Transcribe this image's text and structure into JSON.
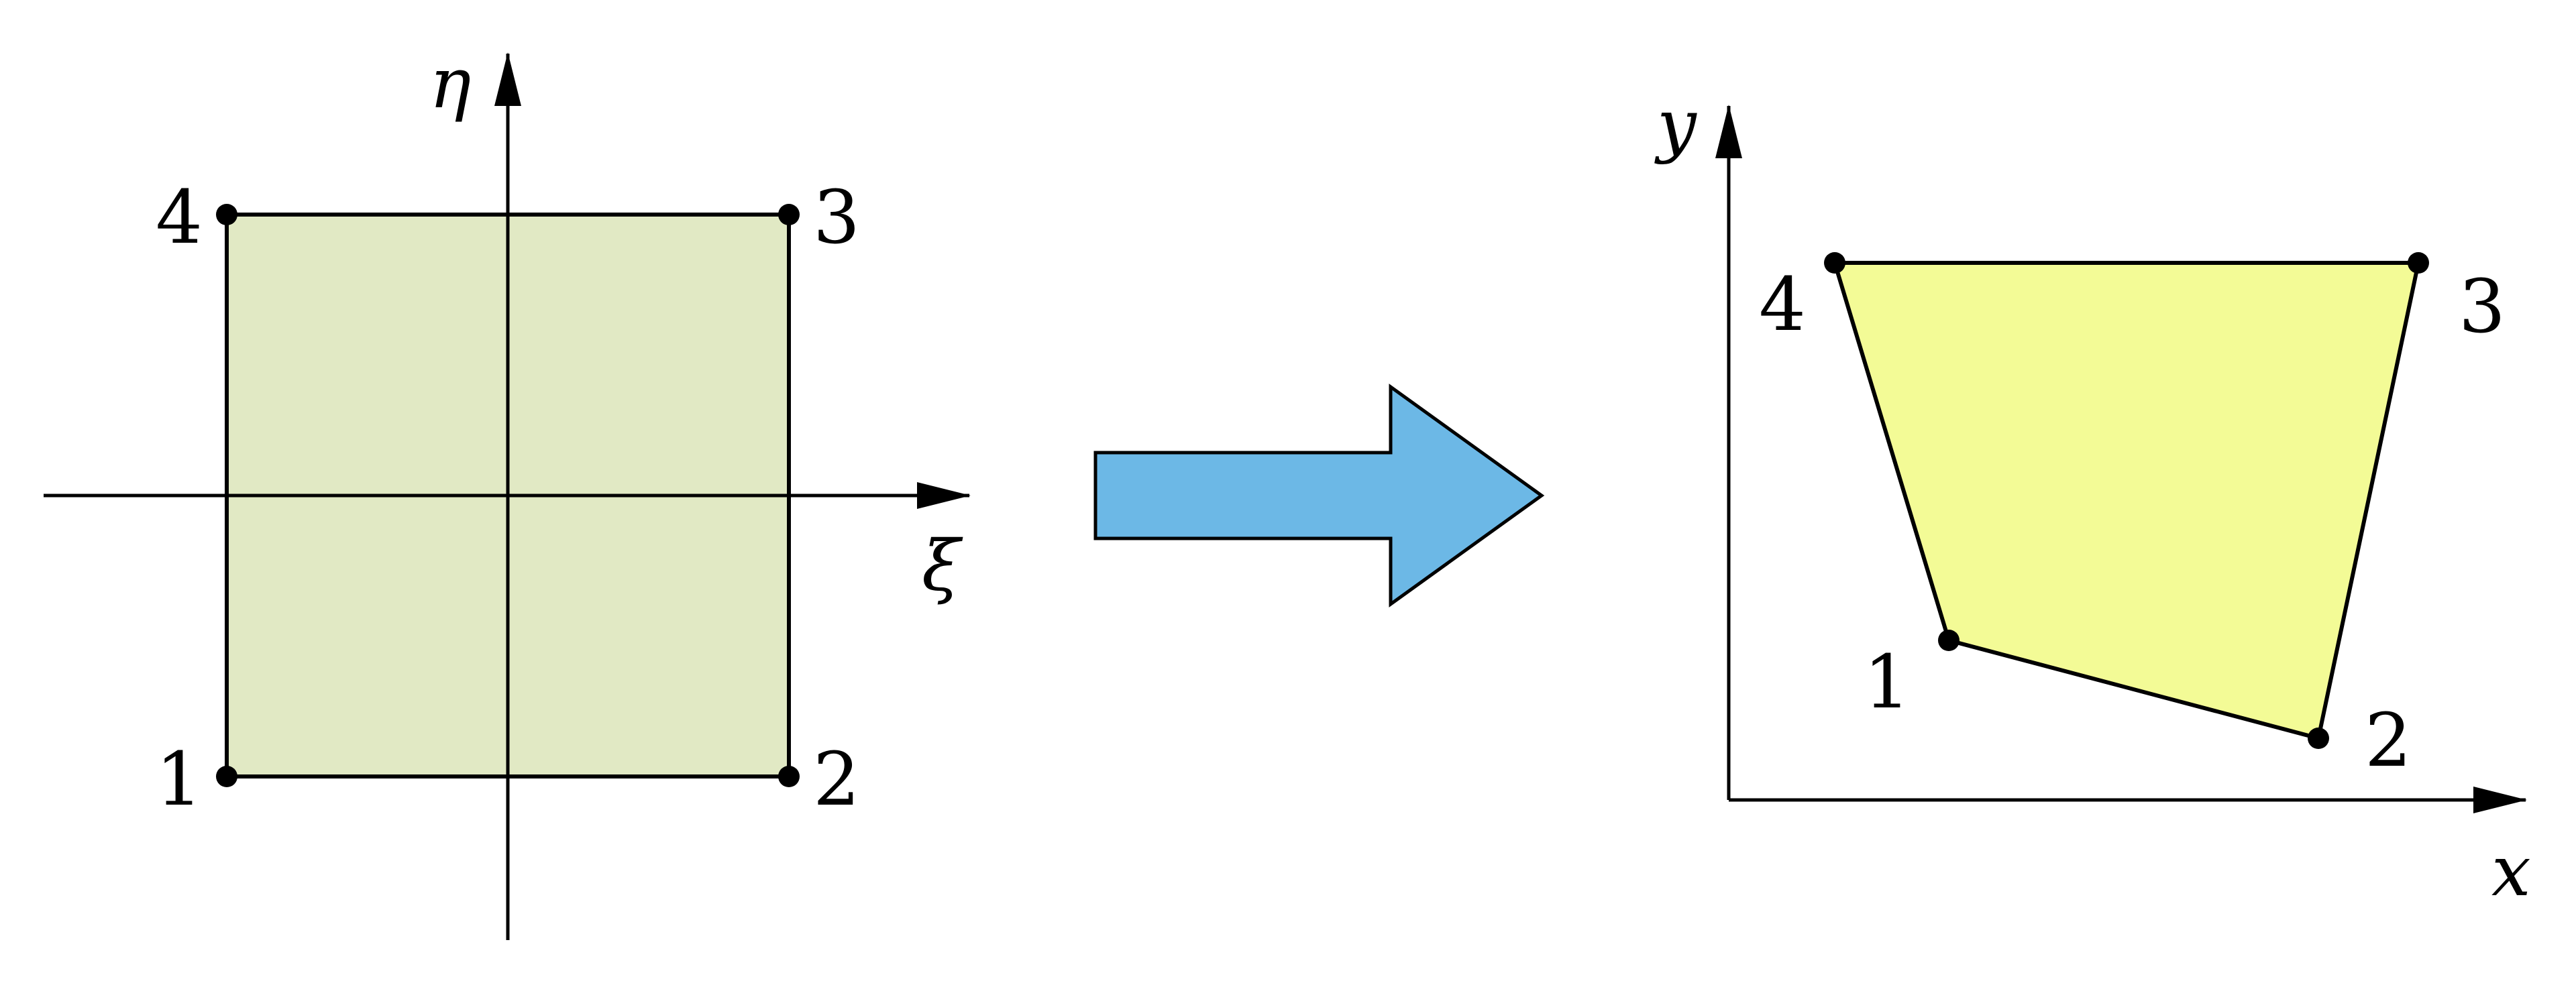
{
  "colors": {
    "reference_fill": "#e1e9c4",
    "physical_fill": "#f3fb96",
    "arrow_fill": "#6cb8e6",
    "stroke": "#000000"
  },
  "reference_element": {
    "axis_horizontal_label": "ξ",
    "axis_vertical_label": "η",
    "node_labels": [
      "1",
      "2",
      "3",
      "4"
    ]
  },
  "physical_element": {
    "axis_horizontal_label": "x",
    "axis_vertical_label": "y",
    "node_labels": [
      "1",
      "2",
      "3",
      "4"
    ]
  }
}
